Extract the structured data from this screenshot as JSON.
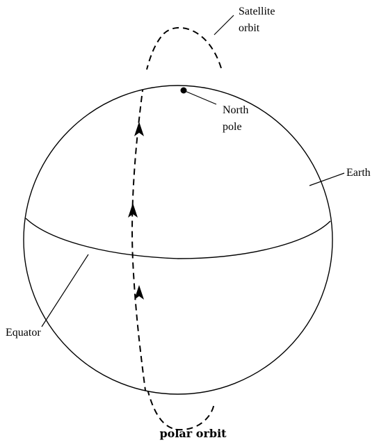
{
  "labels": {
    "satellite_orbit_line1": "Satellite",
    "satellite_orbit_line2": "orbit",
    "north_pole_line1": "North",
    "north_pole_line2": "pole",
    "earth": "Earth",
    "equator": "Equator"
  },
  "caption": "polar orbit"
}
